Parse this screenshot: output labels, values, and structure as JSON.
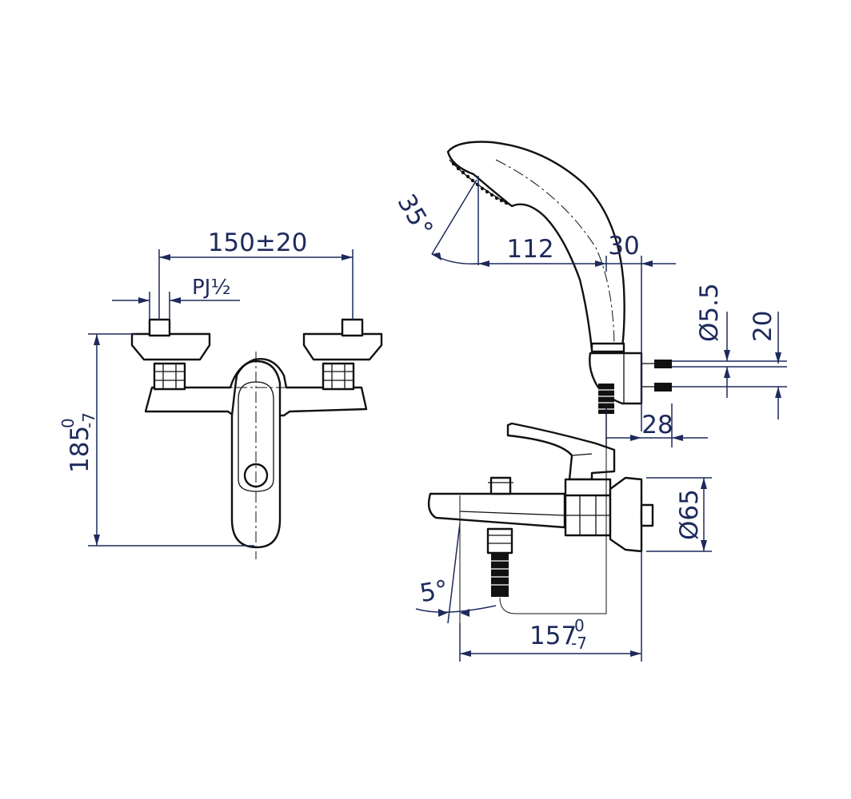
{
  "dimensions": {
    "center_distance": "150±20",
    "thread": "PJ½",
    "height_main": "185",
    "height_tol_upper": "0",
    "height_tol_lower": "-7",
    "spray_angle": "35°",
    "reach_handset": "112",
    "handset_offset": "30",
    "hole_diameter": "Ø5.5",
    "hole_spacing": "20",
    "bracket_depth": "28",
    "escutcheon_diameter": "Ø65",
    "spout_angle": "5°",
    "spout_length_main": "157",
    "spout_tol_upper": "0",
    "spout_tol_lower": "-7"
  }
}
